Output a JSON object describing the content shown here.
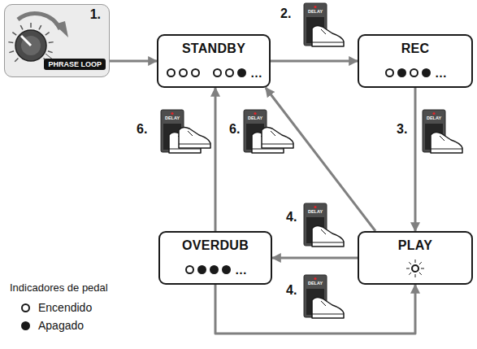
{
  "diagram": {
    "nodes": [
      {
        "text": [
          "1.",
          "PHRASE LOOP"
        ]
      },
      {
        "text": [
          "STANDBY",
          "…"
        ]
      },
      {
        "text": [
          "REC",
          "…"
        ]
      },
      {
        "text": [
          "PLAY"
        ]
      },
      {
        "text": [
          "OVERDUB",
          "…"
        ]
      }
    ],
    "edges": [
      {
        "from": 0,
        "to": 1,
        "arrow": "to"
      },
      {
        "from": 1,
        "to": 2,
        "label": "2.",
        "arrow": "to"
      },
      {
        "from": 2,
        "to": 3,
        "label": "3.",
        "arrow": "to"
      },
      {
        "from": 3,
        "to": 4,
        "label": "4.",
        "arrow": "to"
      },
      {
        "from": 4,
        "to": 3,
        "label": "4.",
        "arrow": "to"
      },
      {
        "from": 4,
        "to": 1,
        "label": "6.",
        "arrow": "to"
      },
      {
        "from": 3,
        "to": 1,
        "label": "6.",
        "arrow": "to"
      }
    ],
    "labels": [
      "DELAY",
      "DELAY",
      "DELAY",
      "DELAY",
      "DELAY",
      "DELAY",
      "Indicadores de pedal"
    ],
    "legend": [
      {
        "text": "Encendido"
      },
      {
        "text": "Apagado"
      }
    ]
  }
}
